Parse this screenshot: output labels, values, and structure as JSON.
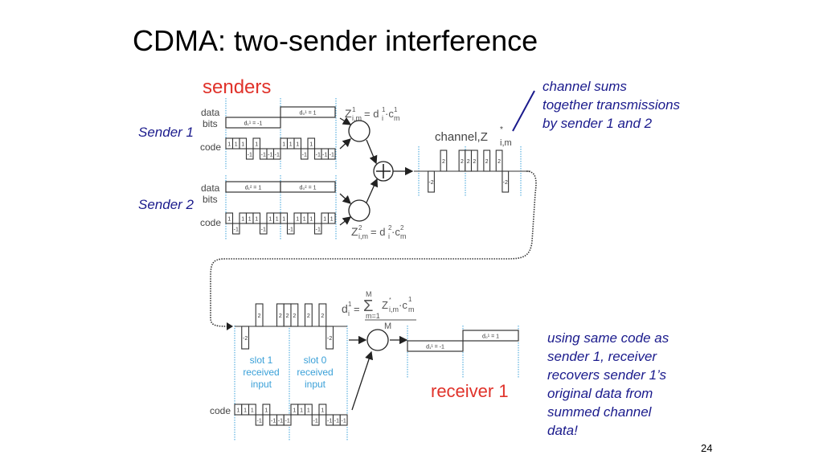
{
  "slide": {
    "title": "CDMA: two-sender interference",
    "page_number": "24"
  },
  "notes": {
    "channel_note": [
      "channel sums",
      "together transmissions",
      "by sender 1 and 2"
    ],
    "receiver_note": [
      "using same code as",
      "sender 1, receiver",
      "recovers sender 1’s",
      "original data from",
      "summed channel",
      "data!"
    ]
  },
  "labels": {
    "senders_heading": "senders",
    "sender1": "Sender 1",
    "sender2": "Sender 2",
    "data": "data",
    "bits": "bits",
    "code": "code",
    "channel": "channel,Z",
    "receiver_heading": "receiver 1",
    "slot1_received": [
      "slot 1",
      "received",
      "input"
    ],
    "slot0_received": [
      "slot 0",
      "received",
      "input"
    ],
    "M": "M",
    "m_eq_1": "m=1"
  },
  "diagram": {
    "sender1": {
      "data_bits": [
        {
          "label": "d₁¹ = -1",
          "value": -1
        },
        {
          "label": "d₀¹ = 1",
          "value": 1
        }
      ],
      "code": [
        1,
        1,
        1,
        -1,
        1,
        -1,
        -1,
        -1
      ]
    },
    "sender2": {
      "data_bits": [
        {
          "label": "d₁² = 1",
          "value": 1
        },
        {
          "label": "d₀² = 1",
          "value": 1
        }
      ],
      "code": [
        1,
        -1,
        1,
        1,
        1,
        -1,
        1,
        1
      ]
    },
    "channel": [
      0,
      -2,
      0,
      2,
      0,
      0,
      2,
      2,
      2,
      0,
      2,
      0,
      2,
      -2,
      0,
      0
    ],
    "receiver": {
      "code": [
        1,
        1,
        1,
        -1,
        1,
        -1,
        -1,
        -1
      ],
      "decoded_bits": [
        {
          "label": "d₁¹ = -1",
          "value": -1
        },
        {
          "label": "d₀¹ = 1",
          "value": 1
        }
      ]
    },
    "colors": {
      "heading_red": "#e0322a",
      "note_blue": "#1a1a8c",
      "slot_blue": "#3aa0d8",
      "line": "#333333"
    }
  }
}
